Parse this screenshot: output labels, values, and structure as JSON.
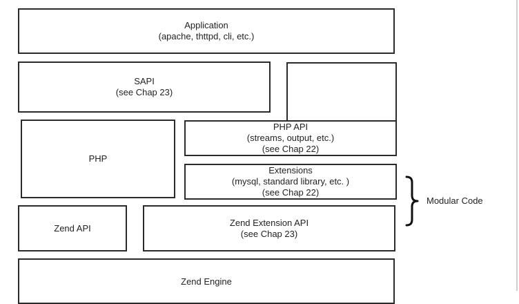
{
  "layers": {
    "application": {
      "title": "Application",
      "detail": "(apache, thttpd, cli, etc.)"
    },
    "sapi": {
      "title": "SAPI",
      "detail": "(see Chap 23)"
    },
    "php": {
      "title": "PHP"
    },
    "php_api": {
      "title": "PHP API",
      "detail": "(streams, output, etc.)",
      "ref": "(see Chap 22)"
    },
    "extensions": {
      "title": "Extensions",
      "detail": "(mysql, standard library, etc. )",
      "ref": "(see Chap 22)"
    },
    "zend_api": {
      "title": "Zend API"
    },
    "zend_extension_api": {
      "title": "Zend Extension API",
      "detail": "(see Chap 23)"
    },
    "zend_engine": {
      "title": "Zend Engine"
    }
  },
  "annotation": {
    "label": "Modular Code"
  }
}
